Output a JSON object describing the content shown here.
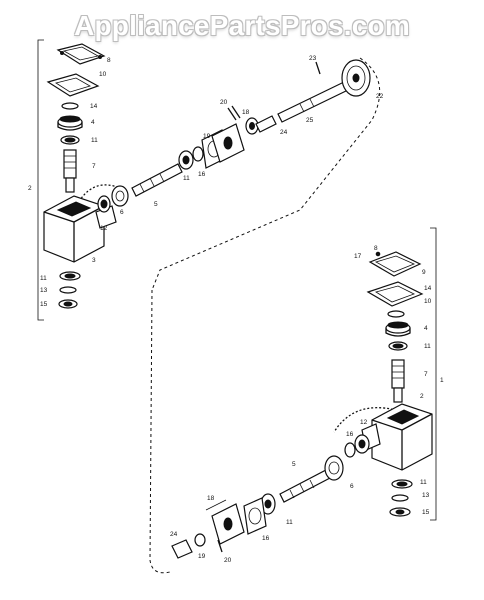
{
  "watermark": "AppliancePartsPros.com",
  "labels": {
    "upper": [
      "8",
      "10",
      "14",
      "4",
      "11",
      "7",
      "2",
      "6",
      "12",
      "3",
      "11",
      "13",
      "15",
      "5",
      "11",
      "16",
      "19",
      "20",
      "18",
      "24",
      "25",
      "23",
      "22"
    ],
    "lower": [
      "17",
      "8",
      "9",
      "14",
      "10",
      "4",
      "11",
      "1",
      "7",
      "2",
      "16",
      "12",
      "5",
      "6",
      "11",
      "13",
      "15",
      "18",
      "16",
      "11",
      "24",
      "19",
      "20"
    ]
  }
}
